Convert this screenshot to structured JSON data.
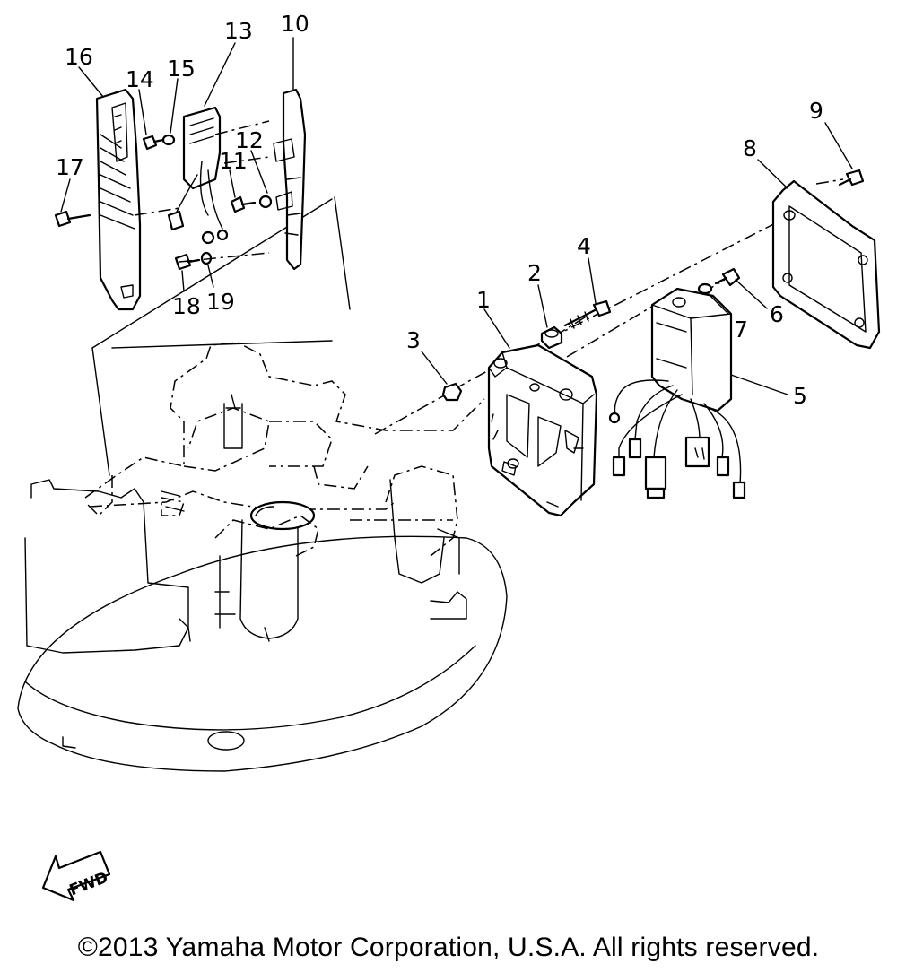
{
  "callouts": [
    "1",
    "2",
    "3",
    "4",
    "5",
    "6",
    "7",
    "8",
    "9",
    "10",
    "11",
    "12",
    "13",
    "14",
    "15",
    "16",
    "17",
    "18",
    "19"
  ],
  "direction_label": "FWD",
  "copyright": "©2013 Yamaha Motor Corporation, U.S.A. All rights reserved."
}
